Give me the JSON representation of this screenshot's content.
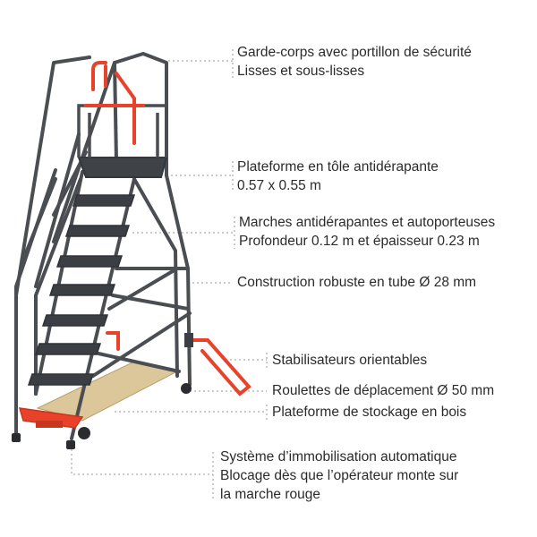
{
  "colors": {
    "frame": "#4a4d52",
    "frame_dark": "#34373b",
    "accent": "#e8432a",
    "wood": "#dcc79a",
    "leader": "#9a9a9a",
    "text": "#2b2b2b"
  },
  "callouts": [
    {
      "id": "guardrail",
      "lines": [
        "Garde-corps avec portillon de sécurité",
        "Lisses et sous-lisses"
      ]
    },
    {
      "id": "platform",
      "lines": [
        "Plateforme en tôle antidérapante",
        "0.57 x 0.55 m"
      ]
    },
    {
      "id": "steps",
      "lines": [
        "Marches antidérapantes et autoporteuses",
        "Profondeur 0.12 m et épaisseur 0.23 m"
      ]
    },
    {
      "id": "tube",
      "lines": [
        "Construction robuste en tube Ø 28 mm"
      ]
    },
    {
      "id": "stabilizers",
      "lines": [
        "Stabilisateurs orientables"
      ]
    },
    {
      "id": "wheels",
      "lines": [
        "Roulettes de déplacement Ø 50 mm"
      ]
    },
    {
      "id": "storage",
      "lines": [
        "Plateforme de stockage en bois"
      ]
    },
    {
      "id": "brake",
      "lines": [
        "Système d’immobilisation automatique",
        "Blocage dès que l’opérateur monte sur",
        "la marche rouge"
      ]
    }
  ]
}
